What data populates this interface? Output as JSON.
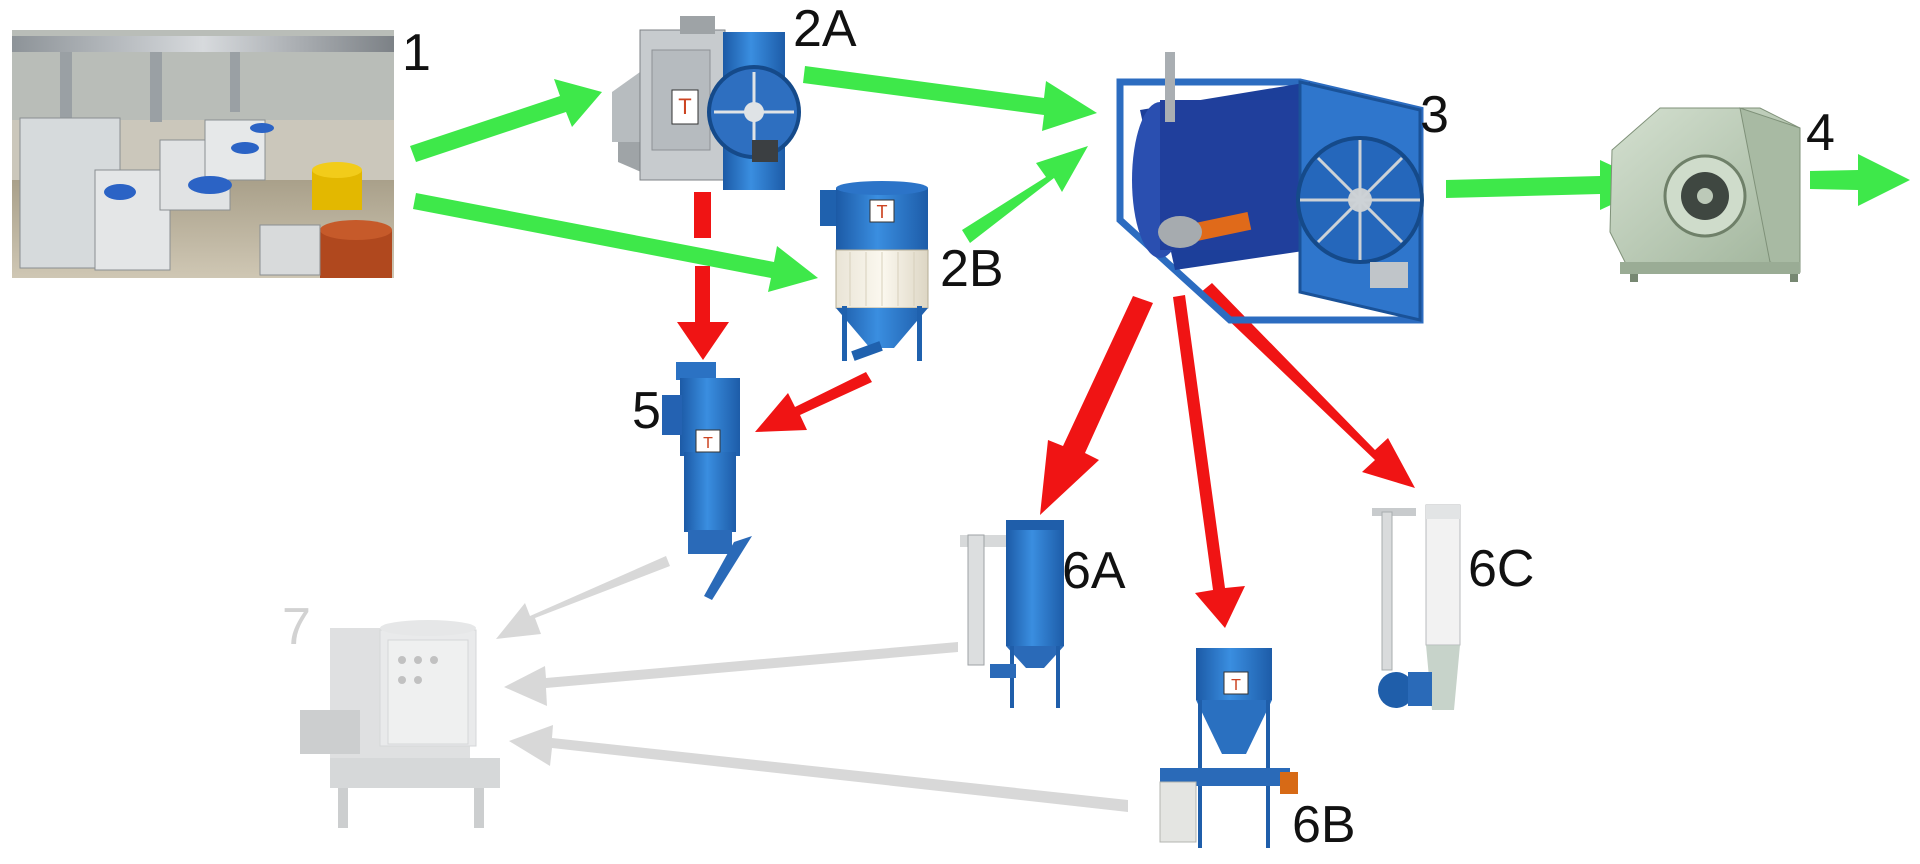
{
  "nodes": {
    "n1": {
      "label": "1",
      "name": "spinning mill production line",
      "status": "active"
    },
    "n2a": {
      "label": "2A",
      "name": "rotary drum pre-filter",
      "status": "active"
    },
    "n2b": {
      "label": "2B",
      "name": "cylindrical pre-filter",
      "status": "active"
    },
    "n3": {
      "label": "3",
      "name": "rotary drum main filter",
      "status": "active"
    },
    "n4": {
      "label": "4",
      "name": "centrifugal fan",
      "status": "active"
    },
    "n5": {
      "label": "5",
      "name": "compactor separator",
      "status": "active"
    },
    "n6a": {
      "label": "6A",
      "name": "bag dust collector",
      "status": "active"
    },
    "n6b": {
      "label": "6B",
      "name": "dust collector with screw",
      "status": "active"
    },
    "n6c": {
      "label": "6C",
      "name": "cyclone collector",
      "status": "active"
    },
    "n7": {
      "label": "7",
      "name": "baling press",
      "status": "faded"
    }
  },
  "colors": {
    "air_flow": "#3ee84a",
    "waste_flow": "#f01414",
    "inactive_flow": "#d8d8d8",
    "machine_blue": "#2a73c4",
    "fan_green": "#b8c9b4"
  },
  "flows": {
    "air": [
      [
        "n1",
        "n2a"
      ],
      [
        "n1",
        "n2b"
      ],
      [
        "n2a",
        "n3"
      ],
      [
        "n2b",
        "n3"
      ],
      [
        "n3",
        "n4"
      ],
      [
        "n4",
        "out"
      ]
    ],
    "waste": [
      [
        "n2a",
        "n5"
      ],
      [
        "n2b",
        "n5"
      ],
      [
        "n3",
        "n6a"
      ],
      [
        "n3",
        "n6b"
      ],
      [
        "n3",
        "n6c"
      ]
    ],
    "inactive": [
      [
        "n5",
        "n7"
      ],
      [
        "n6a",
        "n7"
      ],
      [
        "n6b",
        "n7"
      ]
    ]
  }
}
